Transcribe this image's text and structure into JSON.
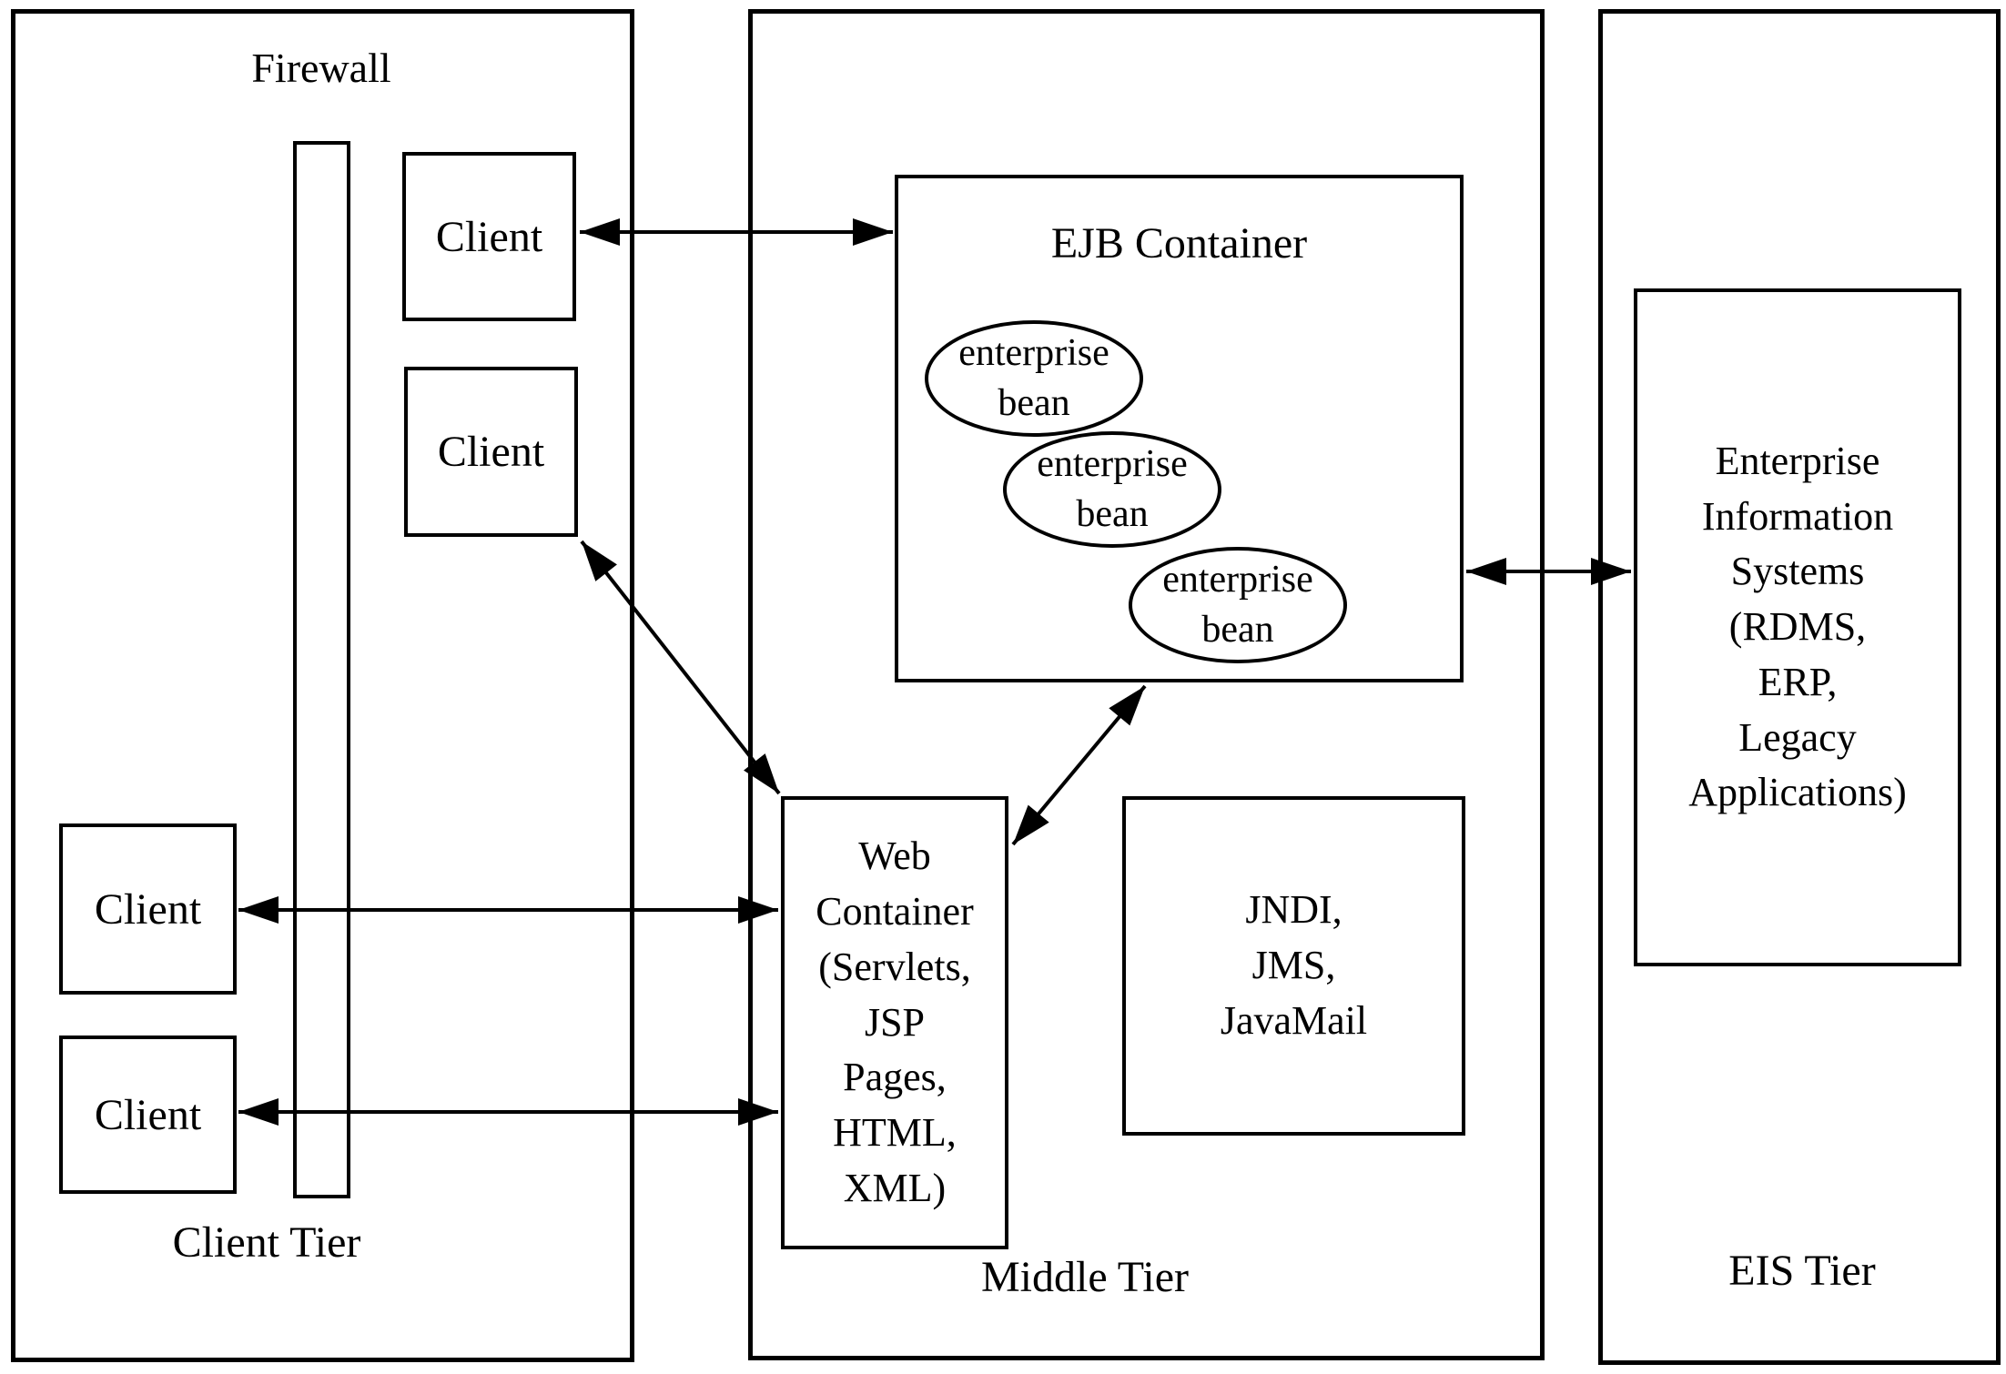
{
  "firewall": {
    "label": "Firewall"
  },
  "tiers": {
    "client": {
      "label": "Client Tier"
    },
    "middle": {
      "label": "Middle Tier"
    },
    "eis": {
      "label": "EIS Tier"
    }
  },
  "client_boxes": [
    {
      "label": "Client"
    },
    {
      "label": "Client"
    },
    {
      "label": "Client"
    },
    {
      "label": "Client"
    }
  ],
  "ejb_container": {
    "title": "EJB Container",
    "beans": [
      {
        "label": "enterprise\nbean"
      },
      {
        "label": "enterprise\nbean"
      },
      {
        "label": "enterprise\nbean"
      }
    ]
  },
  "web_container": {
    "label": "Web\nContainer\n(Servlets,\nJSP\nPages,\nHTML,\nXML)"
  },
  "services_box": {
    "label": "JNDI,\nJMS,\nJavaMail"
  },
  "eis_box": {
    "label": "Enterprise\nInformation\nSystems\n(RDMS,\nERP,\nLegacy\nApplications)"
  },
  "colors": {
    "line": "#000000",
    "background": "#ffffff"
  }
}
